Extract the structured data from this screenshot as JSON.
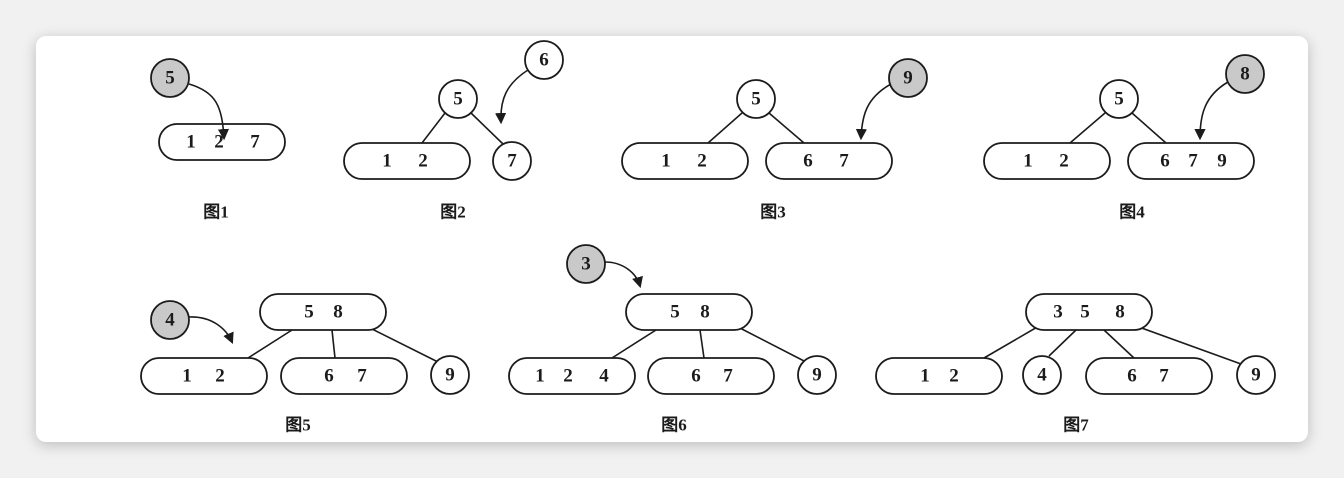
{
  "figures": [
    {
      "caption": "图1",
      "insert": "5",
      "insert_shaded": true,
      "nodes": [
        [
          "1",
          "2",
          "7"
        ]
      ]
    },
    {
      "caption": "图2",
      "insert": "6",
      "insert_shaded": false,
      "nodes": [
        [
          "5"
        ],
        [
          "1",
          "2"
        ],
        [
          "7"
        ]
      ]
    },
    {
      "caption": "图3",
      "insert": "9",
      "insert_shaded": true,
      "nodes": [
        [
          "5"
        ],
        [
          "1",
          "2"
        ],
        [
          "6",
          "7"
        ]
      ]
    },
    {
      "caption": "图4",
      "insert": "8",
      "insert_shaded": true,
      "nodes": [
        [
          "5"
        ],
        [
          "1",
          "2"
        ],
        [
          "6",
          "7",
          "9"
        ]
      ]
    },
    {
      "caption": "图5",
      "insert": "4",
      "insert_shaded": true,
      "nodes": [
        [
          "5",
          "8"
        ],
        [
          "1",
          "2"
        ],
        [
          "6",
          "7"
        ],
        [
          "9"
        ]
      ]
    },
    {
      "caption": "图6",
      "insert": "3",
      "insert_shaded": true,
      "nodes": [
        [
          "5",
          "8"
        ],
        [
          "1",
          "2",
          "4"
        ],
        [
          "6",
          "7"
        ],
        [
          "9"
        ]
      ]
    },
    {
      "caption": "图7",
      "insert": "",
      "insert_shaded": false,
      "nodes": [
        [
          "3",
          "5",
          "8"
        ],
        [
          "1",
          "2"
        ],
        [
          "4"
        ],
        [
          "6",
          "7"
        ],
        [
          "9"
        ]
      ]
    }
  ],
  "colors": {
    "stroke": "#1b1b1b",
    "node_fill": "#ffffff",
    "insert_shaded_fill": "#c9c9c9",
    "insert_plain_fill": "#ffffff"
  }
}
